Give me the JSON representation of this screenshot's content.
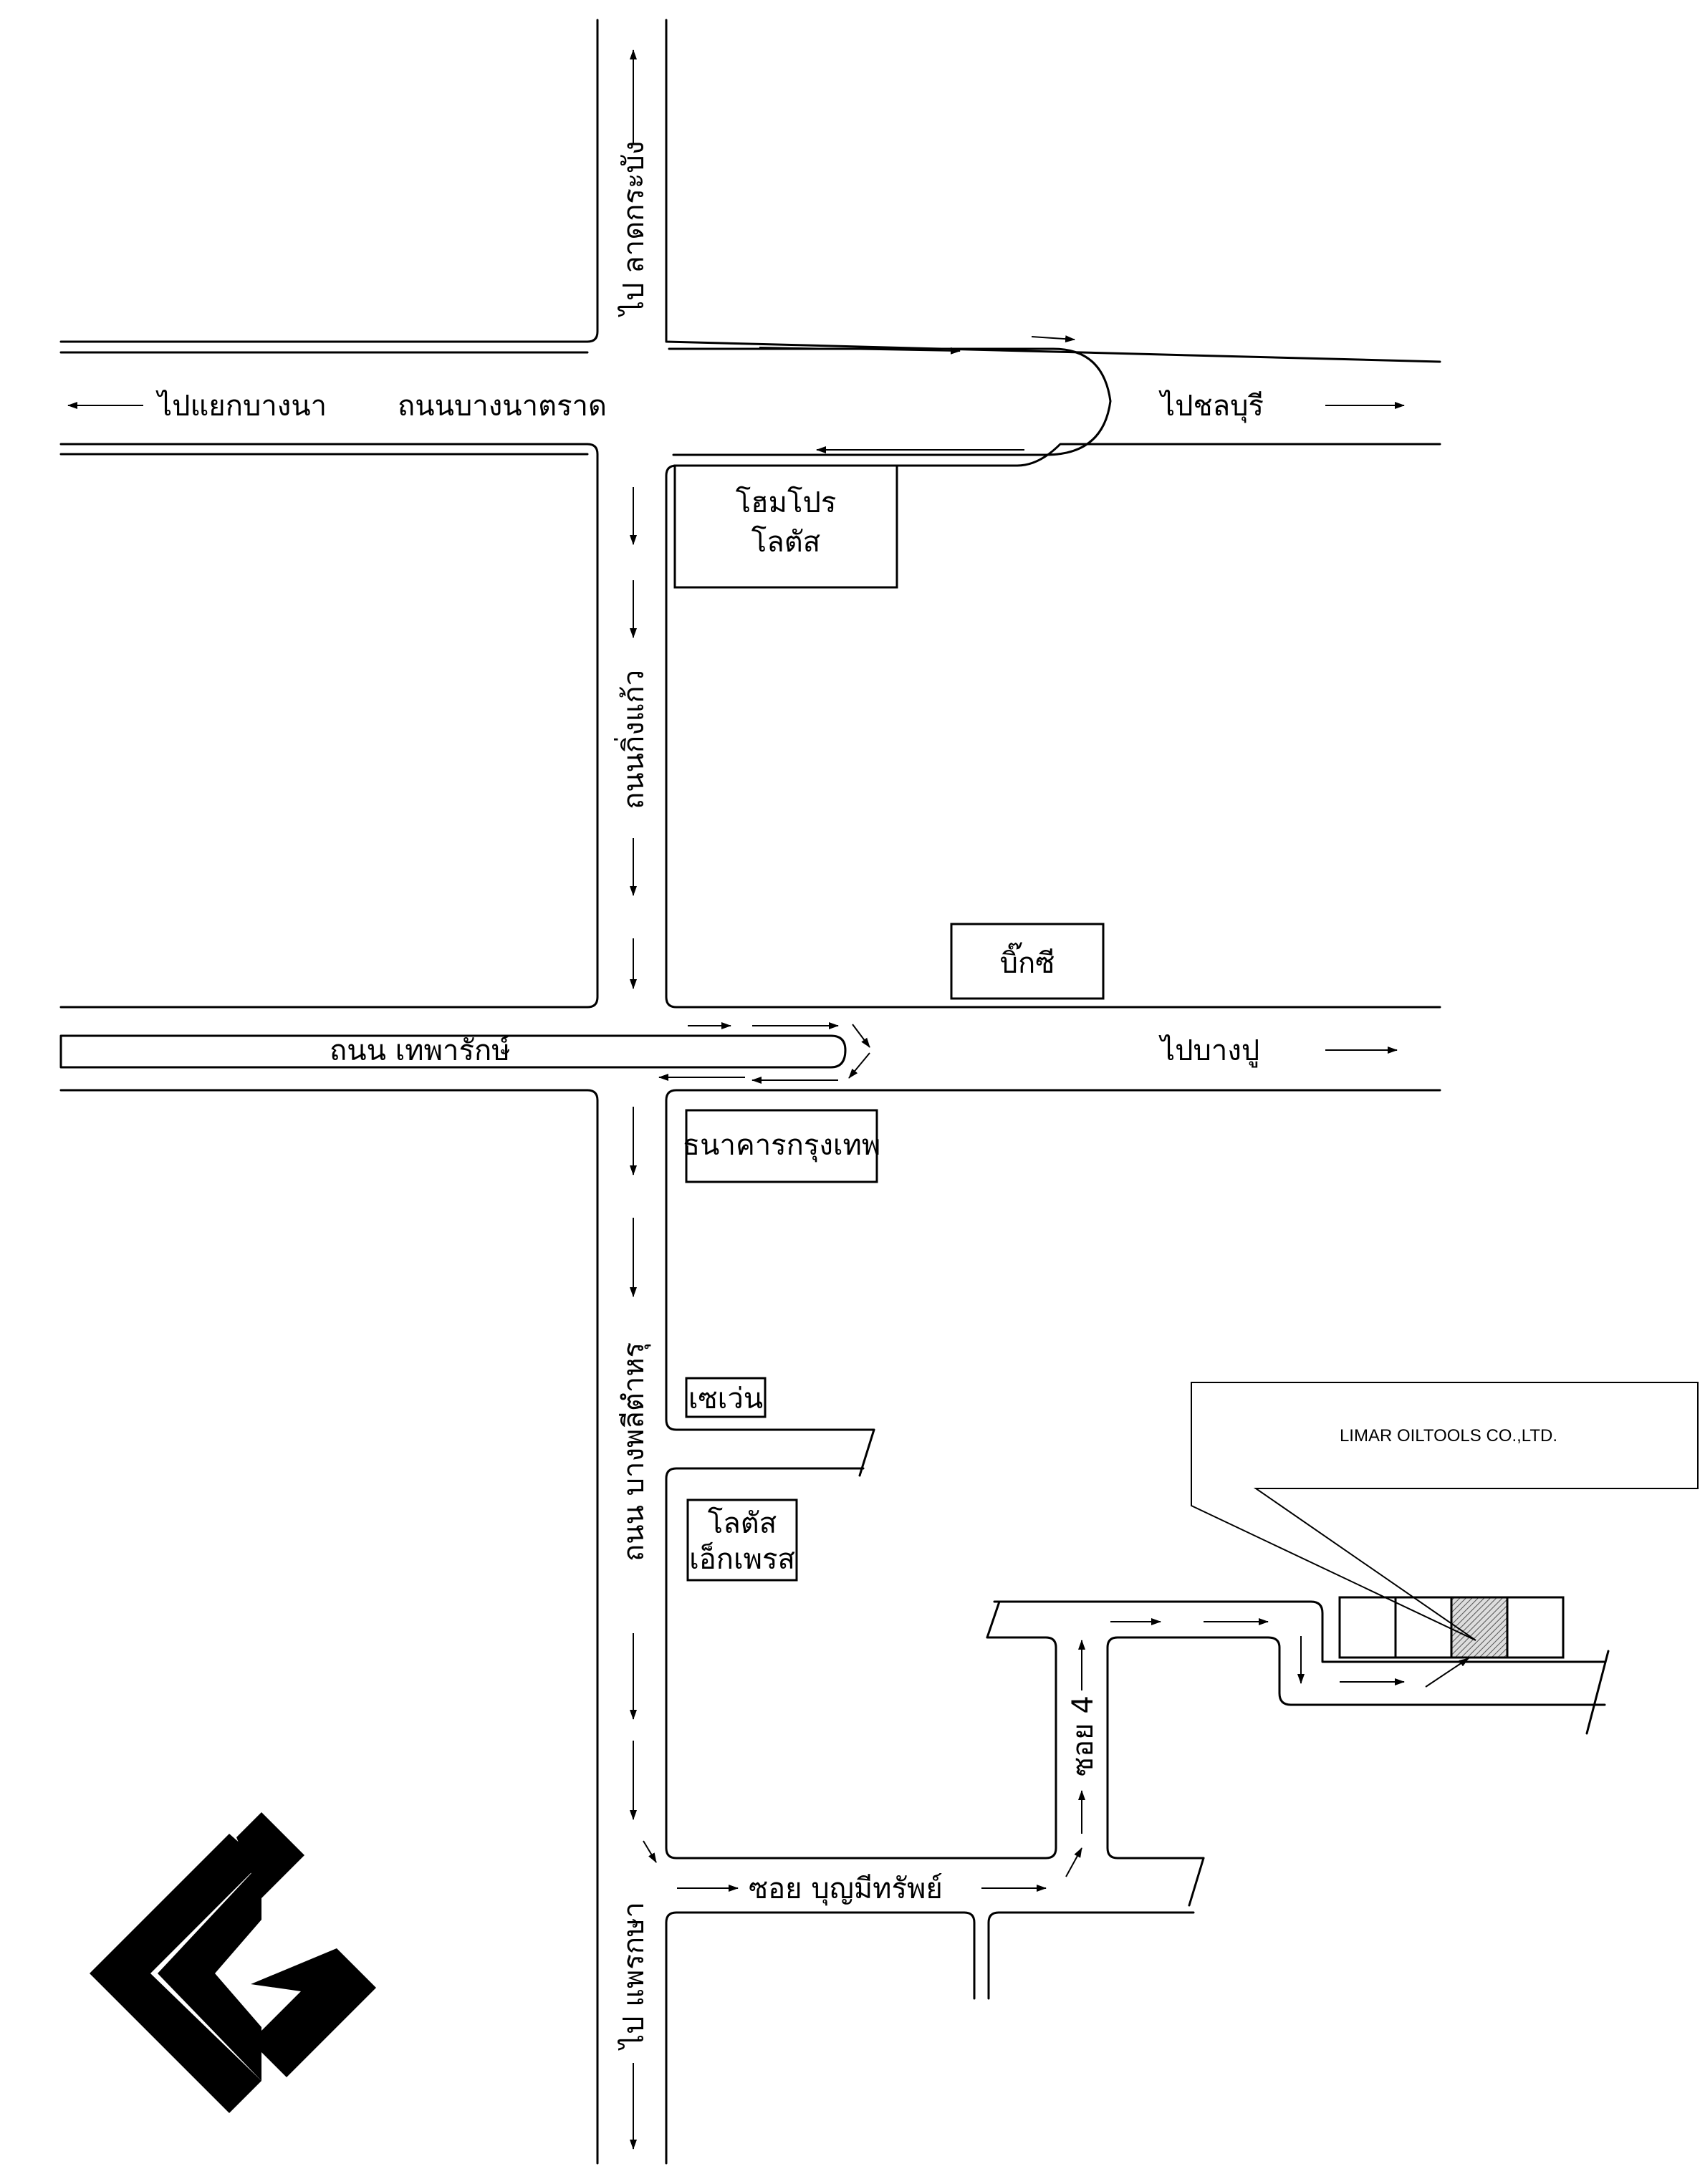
{
  "roads": {
    "bangna_trat": "ถนนบางนาตราด",
    "to_bangna_junction": "ไปแยกบางนา",
    "to_chonburi": "ไปชลบุรี",
    "to_lat_krabang": "ไป ลาดกระบัง",
    "king_kaeo": "ถนนกิ่งแก้ว",
    "thepharak": "ถนน เทพารักษ์",
    "to_bang_pu": "ไปบางปู",
    "bang_phli_tamru": "ถนน บางพลีตำหรุ",
    "soi_boonmee": "ซอย บุญมีทรัพย์",
    "soi_4": "ซอย 4",
    "to_phraek_sa": "ไป แพรกษา"
  },
  "landmarks": {
    "homepro_line1": "โฮมโปร",
    "homepro_line2": "โลตัส",
    "bigc": "บิ๊กซี",
    "bangkok_bank": "ธนาคารกรุงเทพ",
    "seven_eleven": "เซเว่น",
    "lotus_express_line1": "โลตัส",
    "lotus_express_line2": "เอ็กเพรส"
  },
  "callout": {
    "company": "LIMAR OILTOOLS CO.,LTD."
  },
  "logo": {
    "icon": "limar-logo-icon",
    "color": "#000000"
  }
}
